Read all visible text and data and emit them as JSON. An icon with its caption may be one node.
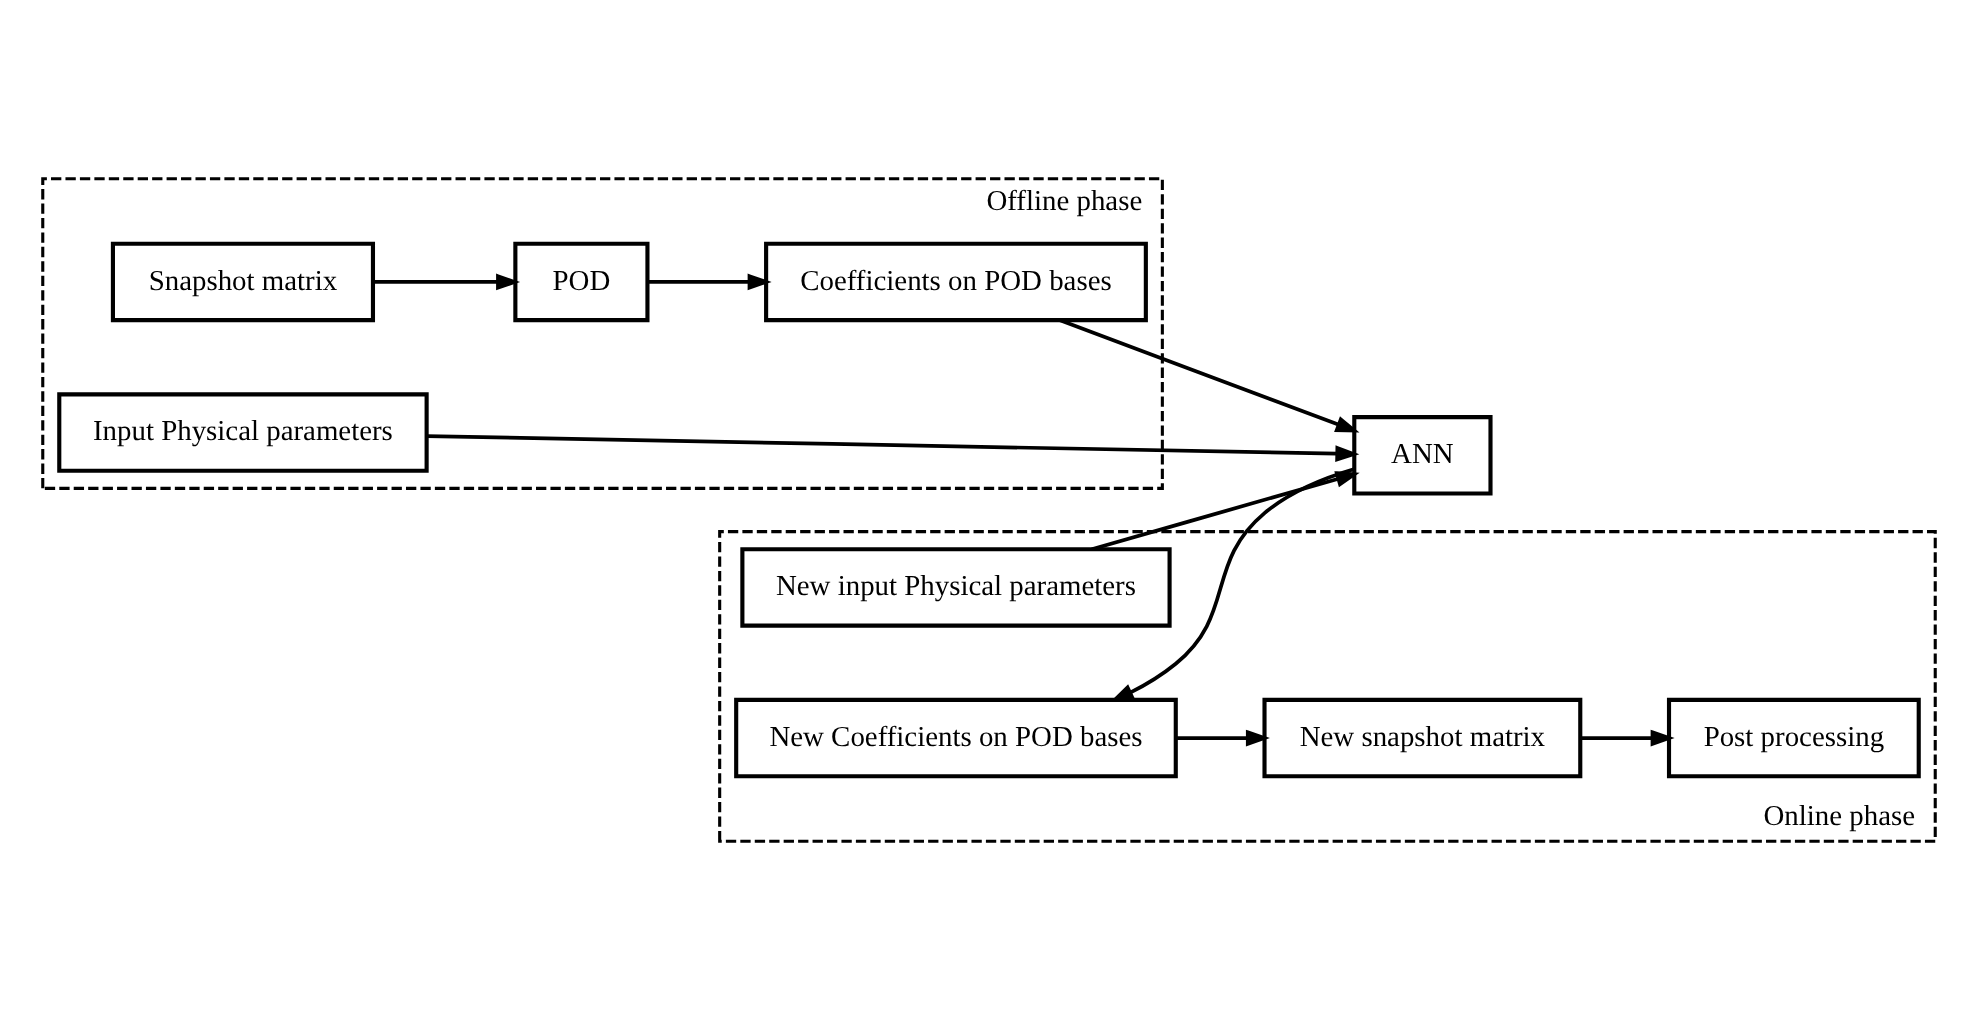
{
  "diagram": {
    "nodes": [
      {
        "text": [
          "Offline phase"
        ]
      },
      {
        "text": [
          "Snapshot matrix"
        ],
        "in": 0
      },
      {
        "text": [
          "POD"
        ],
        "in": 0
      },
      {
        "text": [
          "Coefficients on POD bases"
        ],
        "in": 0
      },
      {
        "text": [
          "Input Physical parameters"
        ],
        "in": 0
      },
      {
        "text": [
          "ANN"
        ]
      },
      {
        "text": [
          "Online phase"
        ]
      },
      {
        "text": [
          "New input Physical parameters"
        ],
        "in": 6
      },
      {
        "text": [
          "Post processing"
        ],
        "in": 6
      },
      {
        "text": [
          "New snapshot matrix"
        ],
        "in": 6
      },
      {
        "text": [
          "New Coefficients on POD bases"
        ],
        "in": 6
      }
    ],
    "edges": [
      {
        "from": 1,
        "to": 2,
        "arrow": "to"
      },
      {
        "from": 2,
        "to": 3,
        "arrow": "to"
      },
      {
        "from": 3,
        "to": 5,
        "arrow": "to"
      },
      {
        "from": 4,
        "to": 5,
        "arrow": "to"
      },
      {
        "from": 7,
        "to": 5,
        "arrow": "to"
      },
      {
        "from": 5,
        "to": 10,
        "arrow": "to"
      },
      {
        "from": 10,
        "to": 9,
        "arrow": "to"
      },
      {
        "from": 9,
        "to": 8,
        "arrow": "to"
      }
    ]
  }
}
